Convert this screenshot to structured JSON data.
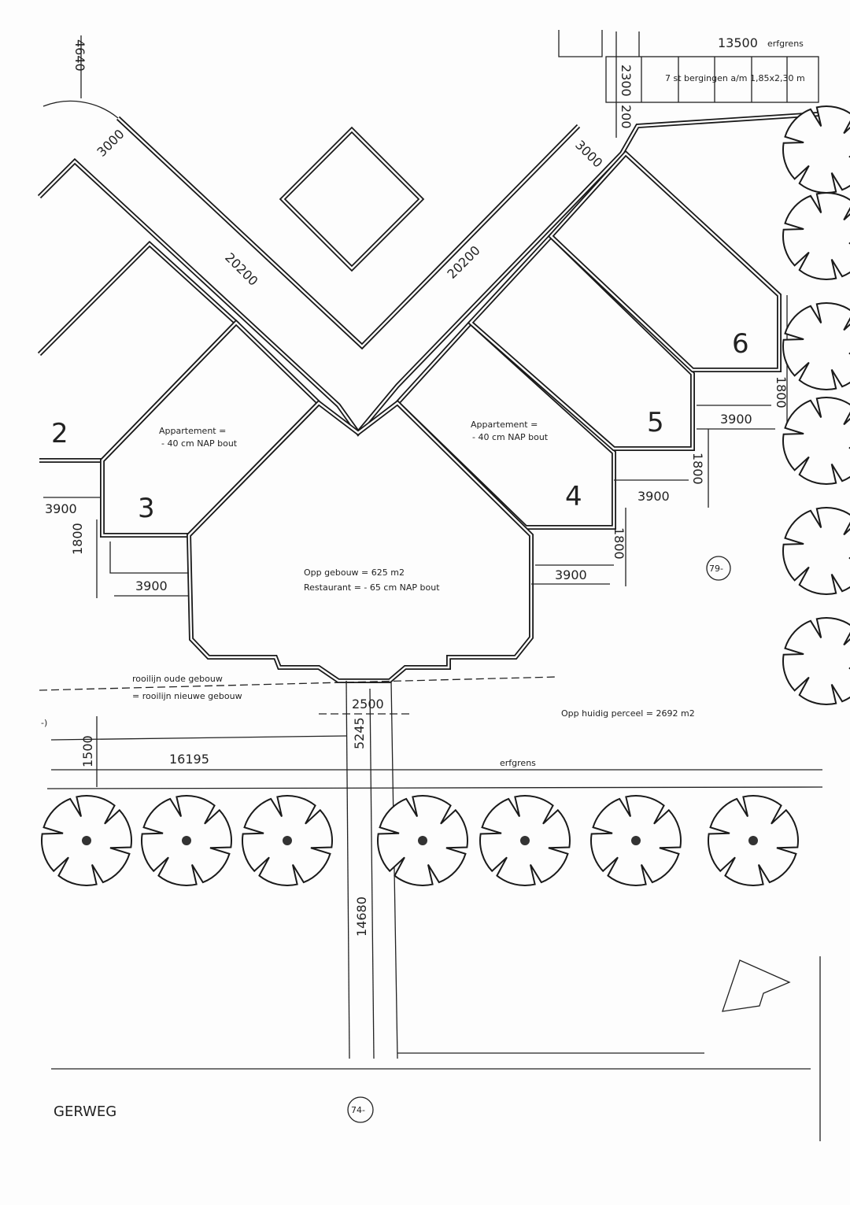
{
  "drawing": {
    "north_dim": "4640",
    "storage_total": "13500",
    "storage_erfgrens": "erfgrens",
    "storage_label": "7 st bergingen a/m 1,85x2,30 m",
    "storage_dims": [
      "2300",
      "200"
    ],
    "corridor_dims": [
      "3000",
      "3000",
      "20200",
      "20200"
    ],
    "units": [
      "2",
      "3",
      "4",
      "5",
      "6"
    ],
    "appartement_label_line1": "Appartement =",
    "appartement_label_line2": "- 40 cm NAP bout",
    "building_area": "Opp gebouw = 625 m2",
    "restaurant_level": "Restaurant = - 65 cm NAP bout",
    "setback_dims": [
      "3900",
      "1800",
      "3900",
      "3900",
      "1800",
      "3900",
      "1800",
      "3900",
      "1800"
    ],
    "rooilijn_old": "rooilijn oude gebouw",
    "rooilijn_new": "= rooilijn nieuwe gebouw",
    "path_width": "2500",
    "path_offset": "5245",
    "path_length": "14680",
    "front_offset": "1500",
    "left_distance": "16195",
    "plot_area": "Opp huidig perceel = 2692 m2",
    "erfgrens": "erfgrens",
    "house_number_right": "79-",
    "house_number_bottom": "74-",
    "house_number_left": "-)",
    "street_name": "GERWEG"
  }
}
